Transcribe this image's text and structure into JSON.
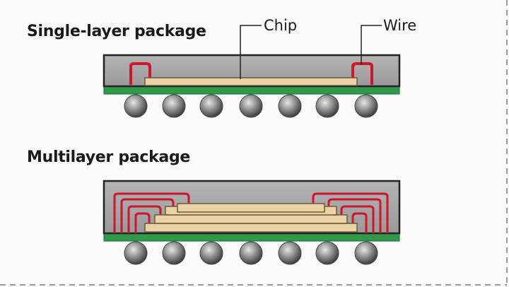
{
  "diagram": {
    "single_layer": {
      "title": "Single-layer package",
      "chip_label": "Chip",
      "wire_label": "Wire"
    },
    "multilayer": {
      "title": "Multilayer package"
    },
    "colors": {
      "package_body": "#9a9a9a",
      "package_outline": "#222222",
      "substrate": "#2e9a4a",
      "chip": "#e8d2a6",
      "chip_outline": "#6b5a3a",
      "wire": "#d0142b",
      "solder_ball": "#8a8a8a",
      "border_dash": "#9a9a9a"
    },
    "solder_ball_count": 7,
    "chip_layer_count": 4
  }
}
